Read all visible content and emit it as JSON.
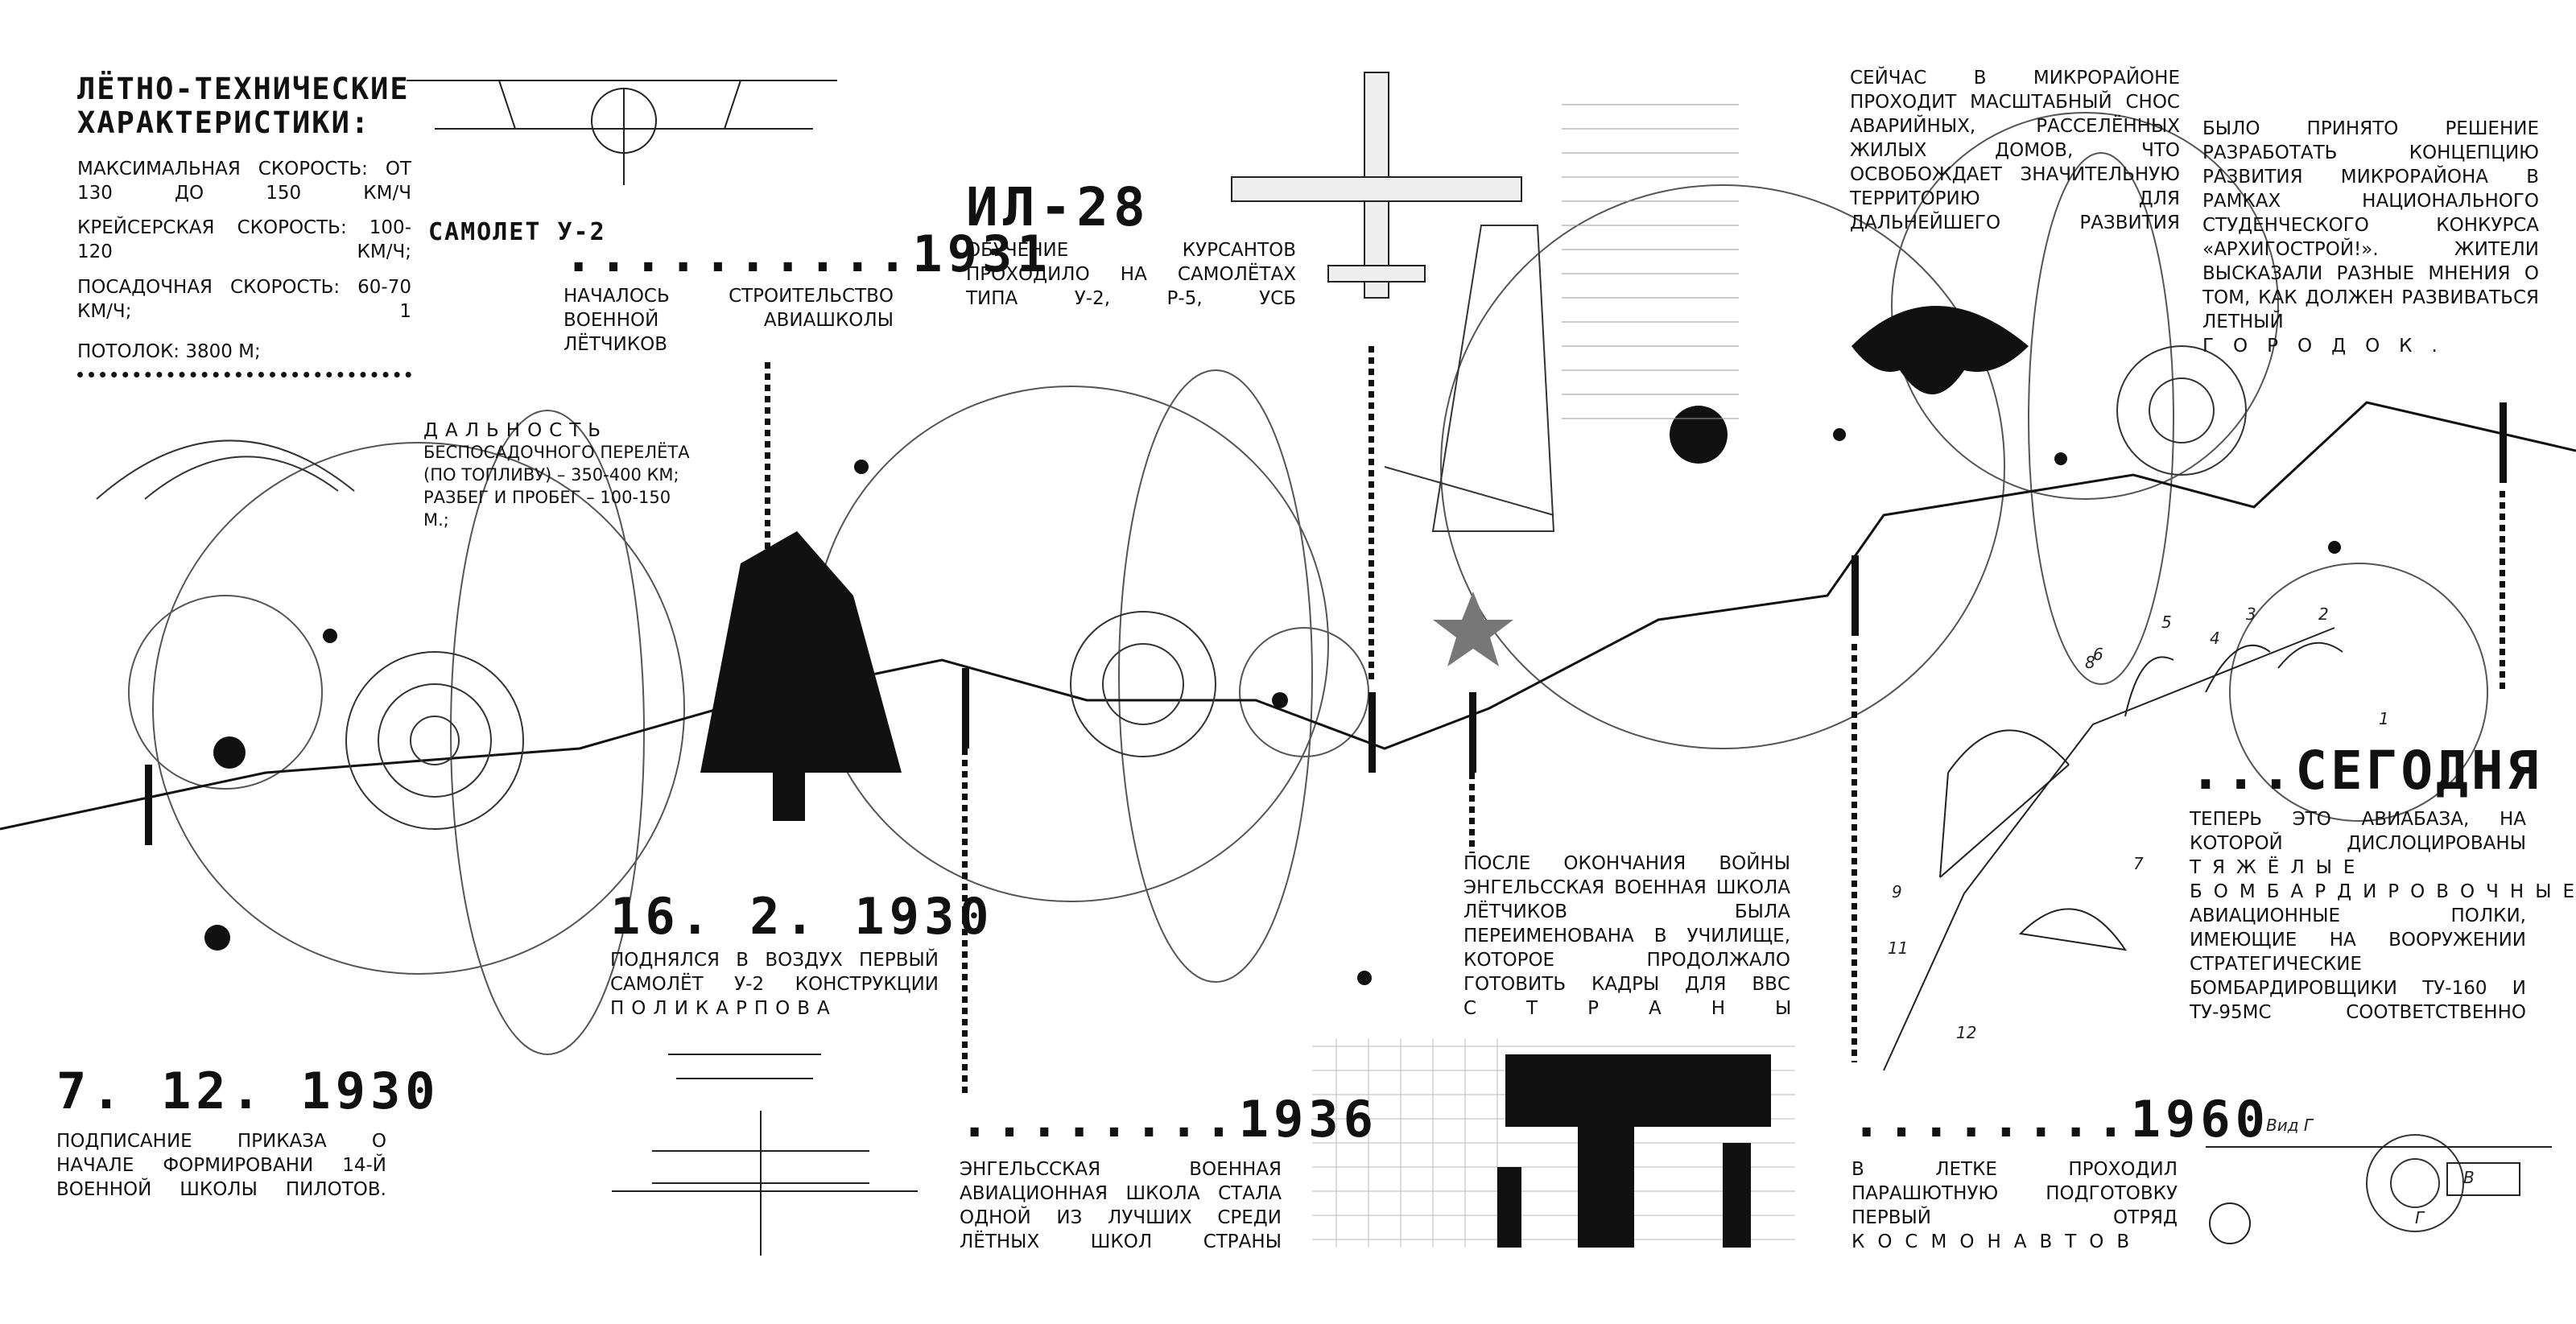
{
  "specs": {
    "title_line1": "ЛЁТНО-ТЕХНИЧЕСКИЕ",
    "title_line2": "ХАРАКТЕРИСТИКИ:",
    "max_speed": "МАКСИМАЛЬНАЯ СКОРОСТЬ: ОТ 130 ДО 150 КМ/Ч",
    "cruise_speed": "КРЕЙСЕРСКАЯ СКОРОСТЬ: 100-120 КМ/Ч;",
    "landing_speed": "ПОСАДОЧНАЯ СКОРОСТЬ: 60-70 КМ/Ч; 1",
    "ceiling": "ПОТОЛОК: 3800 М;",
    "range_word": "ДАЛЬНОСТЬ",
    "range_rest": "БЕСПОСАДОЧНОГО ПЕРЕЛЁТА (ПО ТОПЛИВУ) – 350-400 КМ; РАЗБЕГ И ПРОБЕГ – 100-150 М.;"
  },
  "u2_label": "САМОЛЕТ У-2",
  "il28_label": "ИЛ-28",
  "events": {
    "y1931": {
      "date": "..........1931",
      "text": "НАЧАЛОСЬ СТРОИТЕЛЬСТВО ВОЕННОЙ АВИАШКОЛЫ ЛЁТЧИКОВ"
    },
    "y1930_feb": {
      "date": "16. 2. 1930",
      "text": "ПОДНЯЛСЯ В ВОЗДУХ ПЕРВЫЙ САМОЛЁТ У-2 КОНСТРУКЦИИ",
      "text_spaced": "ПОЛИКАРПОВА"
    },
    "y1930_dec": {
      "date": "7. 12. 1930",
      "text": "ПОДПИСАНИЕ ПРИКАЗА О НАЧАЛЕ ФОРМИРОВАНИ 14-Й ВОЕННОЙ ШКОЛЫ ПИЛОТОВ."
    },
    "training": {
      "text": "ОБУЧЕНИЕ КУРСАНТОВ ПРОХОДИЛО НА САМОЛЁТАХ ТИПА У-2, Р-5, УСБ"
    },
    "y1936": {
      "date": "........1936",
      "text": "ЭНГЕЛЬССКАЯ ВОЕННАЯ АВИАЦИОННАЯ ШКОЛА СТАЛА ОДНОЙ ИЗ ЛУЧШИХ СРЕДИ ЛЁТНЫХ ШКОЛ СТРАНЫ"
    },
    "postwar": {
      "text": "ПОСЛЕ ОКОНЧАНИЯ ВОЙНЫ ЭНГЕЛЬССКАЯ ВОЕННАЯ ШКОЛА ЛЁТЧИКОВ БЫЛА ПЕРЕИМЕНОВАНА В УЧИЛИЩЕ, КОТОРОЕ ПРОДОЛЖАЛО ГОТОВИТЬ КАДРЫ ДЛЯ ВВС",
      "text_spaced": "СТРАНЫ"
    },
    "demolition": {
      "text": "СЕЙЧАС В МИКРОРАЙОНЕ ПРОХОДИТ МАСШТАБНЫЙ СНОС АВАРИЙНЫХ, РАССЕЛЁННЫХ ЖИЛЫХ ДОМОВ, ЧТО ОСВОБОЖДАЕТ ЗНАЧИТЕЛЬНУЮ ТЕРРИТОРИЮ ДЛЯ ДАЛЬНЕЙШЕГО РАЗВИТИЯ"
    },
    "concept": {
      "text": "БЫЛО ПРИНЯТО РЕШЕНИЕ РАЗРАБОТАТЬ КОНЦЕПЦИЮ РАЗВИТИЯ МИКРОРАЙОНА В РАМКАХ НАЦИОНАЛЬНОГО СТУДЕНЧЕСКОГО КОНКУРСА «АРХИГОСТРОЙ!». ЖИТЕЛИ ВЫСКАЗАЛИ РАЗНЫЕ МНЕНИЯ О ТОМ, КАК ДОЛЖЕН РАЗВИВАТЬСЯ ЛЕТНЫЙ",
      "text_spaced": "ГОРОДОК."
    },
    "today": {
      "date": "...СЕГОДНЯ",
      "text": "ТЕПЕРЬ ЭТО АВИАБАЗА, НА КОТОРОЙ ДИСЛОЦИРОВАНЫ",
      "text_spaced": "ТЯЖЁЛЫЕ БОМБАРДИРОВОЧНЫЕ",
      "text2": "АВИАЦИОННЫЕ ПОЛКИ, ИМЕЮЩИЕ НА ВООРУЖЕНИИ СТРАТЕГИЧЕСКИЕ БОМБАРДИРОВЩИКИ ТУ-160 И ТУ-95МС СООТВЕТСТВЕННО"
    },
    "y1960": {
      "date": "........1960",
      "text": "В ЛЕТКЕ ПРОХОДИЛ ПАРАШЮТНУЮ ПОДГОТОВКУ ПЕРВЫЙ ОТРЯД",
      "text_spaced": "КОСМОНАВТОВ"
    }
  },
  "drawing_labels": {
    "view": "Вид Г",
    "letter_b": "В",
    "letter_g": "Г",
    "num_1": "1",
    "num_2": "2",
    "num_3": "3",
    "num_4": "4",
    "num_5": "5",
    "num_6": "6",
    "num_7": "7",
    "num_8": "8",
    "num_9": "9",
    "num_11": "11",
    "num_12": "12"
  },
  "colors": {
    "ink": "#111111",
    "paper": "#ffffff",
    "star": "#777777",
    "grid": "#bbbbbb"
  }
}
